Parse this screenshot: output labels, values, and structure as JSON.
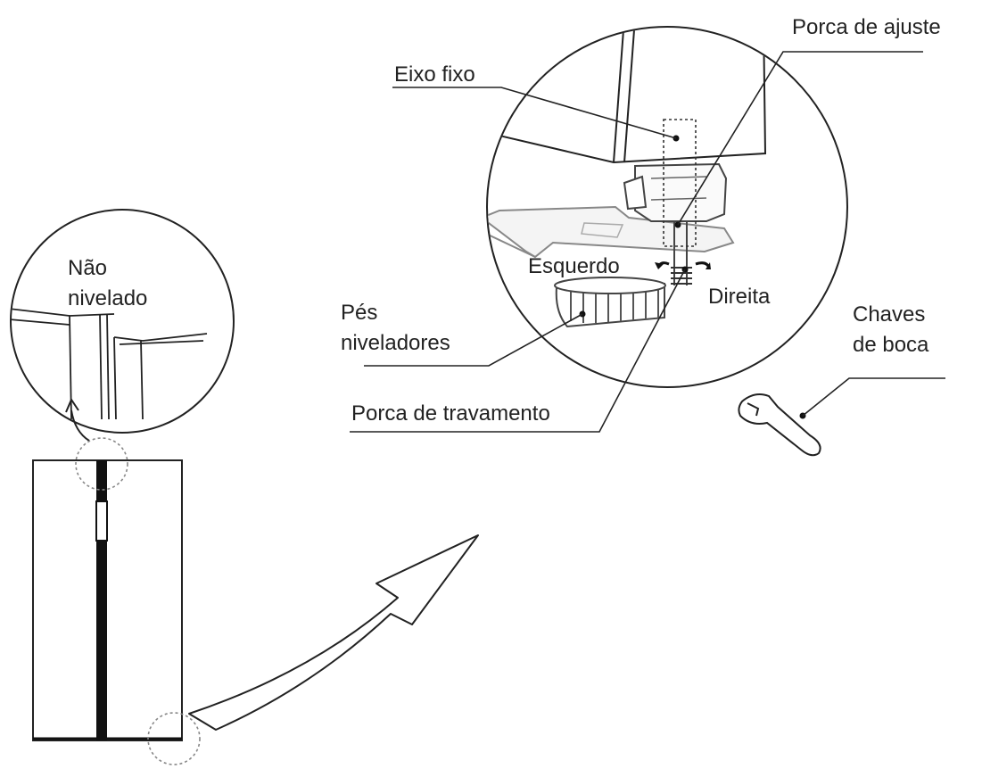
{
  "labels": {
    "adjust_nut": "Porca de ajuste",
    "fixed_shaft": "Eixo fixo",
    "left": "Esquerdo",
    "right": "Direita",
    "leveling_feet_line1": "Pés",
    "leveling_feet_line2": "niveladores",
    "lock_nut": "Porca de travamento",
    "wrench_line1": "Chaves",
    "wrench_line2": "de boca",
    "not_level_line1": "Não",
    "not_level_line2": "nivelado"
  },
  "colors": {
    "stroke": "#222222",
    "light_stroke": "#888888",
    "background": "#ffffff"
  }
}
